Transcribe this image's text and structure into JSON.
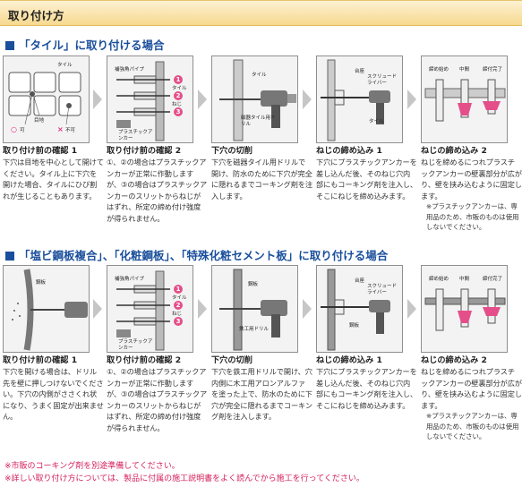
{
  "header": {
    "title": "取り付け方"
  },
  "colors": {
    "accent_blue": "#1a4f9c",
    "note_red": "#d41f5a",
    "badge_pink": "#e44f8a",
    "header_gold": "#f7d98f"
  },
  "section1": {
    "title": "「タイル」に取り付ける場合",
    "steps": [
      {
        "title": "取り付け前の確認 1",
        "desc": "下穴は目地を中心として開けてください。タイル上に下穴を開けた場合、タイルにひび割れが生じることもあります。"
      },
      {
        "title": "取り付け前の確認 2",
        "desc": "①、②の場合はプラスチックアンカーが正常に作動しますが、③の場合はプラスチックアンカーのスリットからねじがはずれ、所定の締め付け強度が得られません。"
      },
      {
        "title": "下穴の切削",
        "desc": "下穴を磁器タイル用ドリルで開け、防水のために下穴が完全に隠れるまでコーキング剤を注入します。"
      },
      {
        "title": "ねじの締め込み 1",
        "desc": "下穴にプラスチックアンカーを差し込んだ後、そのねじ穴内部にもコーキング剤を注入し、そこにねじを締め込みます。"
      },
      {
        "title": "ねじの締め込み 2",
        "desc": "ねじを締めるにつれプラスチックアンカーの壁裏部分が広がり、壁を挟み込むように固定します。",
        "note": "※プラスチックアンカーは、専用品のため、市販のものは使用しないでください。"
      }
    ],
    "labels": {
      "p1_tile": "タイル",
      "p1_ok_mark": "○",
      "p1_ok": "可",
      "p1_joint": "目地",
      "p1_ng_mark": "×",
      "p1_ng": "不可",
      "p2_pipe": "補強角パイプ",
      "p2_tile": "タイル",
      "p2_screw": "ねじ",
      "p2_anchor": "プラスチックアンカー",
      "n1": "1",
      "n2": "2",
      "n3": "3",
      "p3_tile": "タイル",
      "p3_drill": "磁器タイル用ドリル",
      "p4_board": "台座",
      "p4_driver": "スクリュードライバー",
      "p4_tile": "タイル",
      "p5_start": "締め始め",
      "p5_mid": "中間",
      "p5_end": "締付完了"
    }
  },
  "section2": {
    "title": "「塩ビ鋼板複合」、「化粧鋼板」、「特殊化粧セメント板」に取り付ける場合",
    "steps": [
      {
        "title": "取り付け前の確認 1",
        "desc": "下穴を開ける場合は、ドリル先を壁に押しつけないでください。下穴の内側がささくれ状になり、うまく固定が出来ません。"
      },
      {
        "title": "取り付け前の確認 2",
        "desc": "①、②の場合はプラスチックアンカーが正常に作動しますが、③の場合はプラスチックアンカーのスリットからねじがはずれ、所定の締め付け強度が得られません。"
      },
      {
        "title": "下穴の切削",
        "desc": "下穴を鉄工用ドリルで開け、穴内側に木工用アロンアルファを塗った上で、防水のために下穴が完全に隠れるまでコーキング剤を注入します。"
      },
      {
        "title": "ねじの締め込み 1",
        "desc": "下穴にプラスチックアンカーを差し込んだ後、そのねじ穴内部にもコーキング剤を注入し、そこにねじを締め込みます。"
      },
      {
        "title": "ねじの締め込み 2",
        "desc": "ねじを締めるにつれプラスチックアンカーの壁裏部分が広がり、壁を挟み込むように固定します。",
        "note": "※プラスチックアンカーは、専用品のため、市販のものは使用しないでください。"
      }
    ],
    "labels": {
      "p1_plate": "鋼板",
      "p2_pipe": "補強角パイプ",
      "p2_tile": "タイル",
      "p2_screw": "ねじ",
      "p2_anchor": "プラスチックアンカー",
      "n1": "1",
      "n2": "2",
      "n3": "3",
      "p3_plate": "鋼板",
      "p3_drill": "鉄工用ドリル",
      "p4_board": "台座",
      "p4_driver": "スクリュードライバー",
      "p4_plate": "鋼板",
      "p5_start": "締め始め",
      "p5_mid": "中間",
      "p5_end": "締付完了"
    }
  },
  "footer": {
    "note1": "※市販のコーキング剤を別途準備してください。",
    "note2": "※詳しい取り付け方については、製品に付属の施工説明書をよく読んでから施工を行ってください。"
  }
}
